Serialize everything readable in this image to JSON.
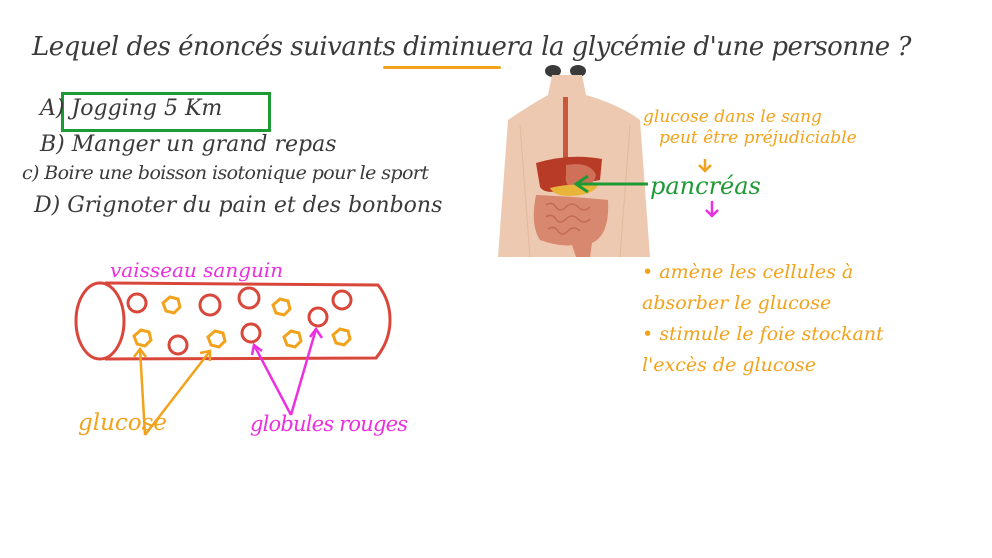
{
  "question": {
    "text": "Lequel des énoncés suivants diminuera la glycémie d'une personne ?",
    "emphasized_word": "diminuera",
    "emphasis_color": "#f2a21b"
  },
  "options": [
    {
      "label": "A) Jogging 5 Km",
      "highlighted": true,
      "highlight_color": "#1e9a34"
    },
    {
      "label": "B) Manger un grand repas",
      "highlighted": false
    },
    {
      "label": "c) Boire une boisson isotonique pour le sport",
      "highlighted": false
    },
    {
      "label": "D) Grignoter du pain et des bonbons",
      "highlighted": false
    }
  ],
  "anatomy": {
    "illustration": "human-torso-digestive-organs",
    "note_line1": "glucose dans le sang",
    "note_line2": "peut être préjudiciable",
    "pancreas_label": "pancréas",
    "effects": [
      "• amène les cellules à",
      "absorber le glucose",
      "• stimule le foie stockant",
      "l'excès de glucose"
    ]
  },
  "vessel_diagram": {
    "title": "vaisseau sanguin",
    "glucose_label": "glucose",
    "red_cells_label": "globules rouges"
  },
  "colors": {
    "ink": "#3a3a3a",
    "orange": "#f2a21b",
    "green": "#1e9a34",
    "pink": "#ec2fe0",
    "vessel_red": "#d9473b",
    "skin": "#ecc9b0"
  }
}
